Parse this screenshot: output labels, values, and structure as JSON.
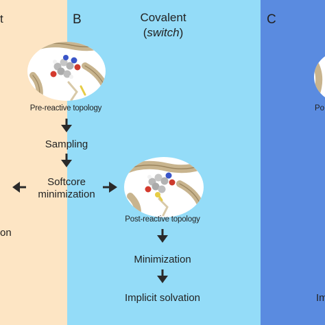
{
  "panel_a": {
    "heading_fragment": "t",
    "text_fragment": "on"
  },
  "panel_b": {
    "letter": "B",
    "title_line1": "Covalent",
    "title_line2": "switch",
    "open_paren": "(",
    "close_paren": ")",
    "pre_label": "Pre-reactive topology",
    "sampling": "Sampling",
    "softcore_line1": "Softcore",
    "softcore_line2": "minimization",
    "post_label": "Post-reactive topology",
    "minimization": "Minimization",
    "implicit": "Implicit solvation"
  },
  "panel_c": {
    "letter": "C",
    "frag_top": "Po",
    "frag_bottom": "Im"
  },
  "colors": {
    "panel_a_bg": "#fde5c4",
    "panel_b_bg": "#94dcf8",
    "panel_c_bg": "#5a8be0",
    "arrow": "#2a2a2a",
    "protein_ribbon": "#c8b48e"
  }
}
